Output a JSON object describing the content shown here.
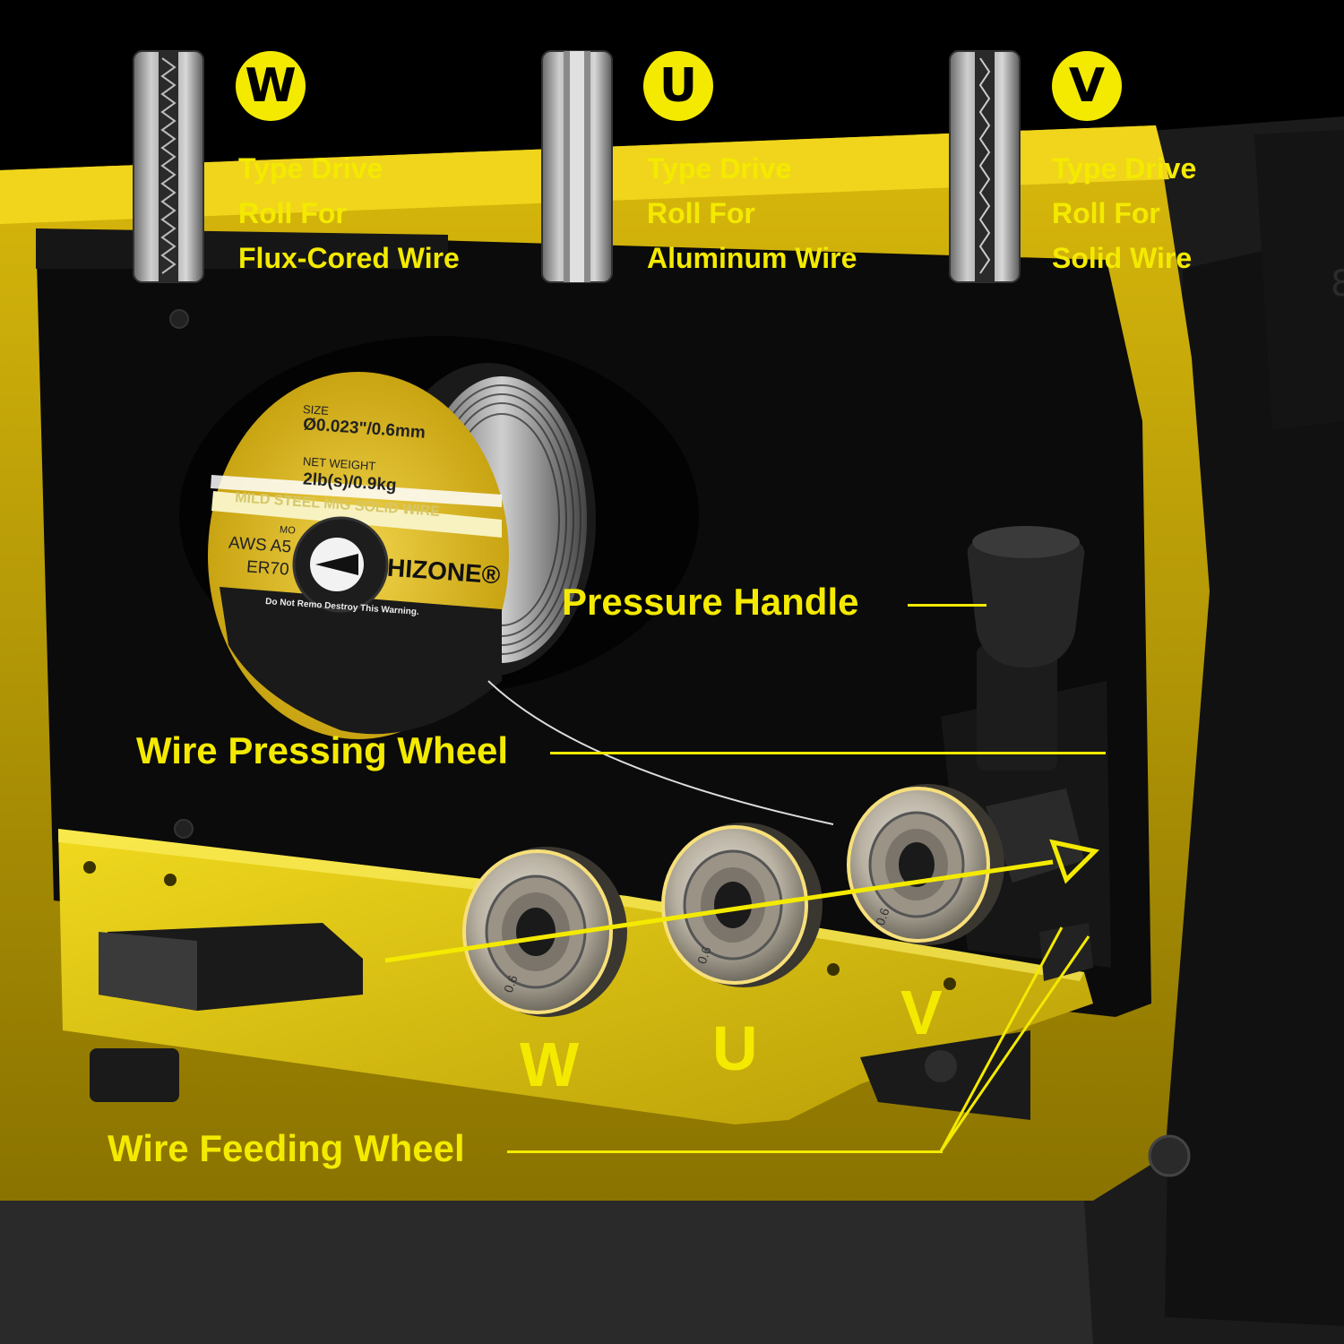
{
  "header_rolls": [
    {
      "letter": "W",
      "lines": [
        "Type Drive",
        "Roll For",
        "Flux-Cored Wire"
      ]
    },
    {
      "letter": "U",
      "lines": [
        "Type Drive",
        "Roll For",
        "Aluminum Wire"
      ]
    },
    {
      "letter": "V",
      "lines": [
        "Type Drive",
        "Roll For",
        "Solid Wire"
      ]
    }
  ],
  "callouts": {
    "pressure_handle": "Pressure Handle",
    "wire_pressing_wheel": "Wire Pressing Wheel",
    "wire_feeding_wheel": "Wire Feeding Wheel"
  },
  "feed_rolls": [
    {
      "letter": "W",
      "marking": "0.6"
    },
    {
      "letter": "U",
      "marking": "0.6"
    },
    {
      "letter": "V",
      "marking": "0.6"
    }
  ],
  "spool_label": {
    "size_label": "SIZE",
    "size_value": "Ø0.023\"/0.6mm",
    "weight_label": "NET WEIGHT",
    "weight_value": "2lb(s)/0.9kg",
    "band_text": "MILD STEEL MIG SOLID WIRE",
    "model_label": "MO",
    "aws": "AWS A5",
    "er": "ER70",
    "brand": "HIZONE®",
    "warning": "Do Not Remo        Destroy This Warning."
  },
  "colors": {
    "accent": "#f4ea00",
    "body_yellow": "#e8cf1a",
    "dark": "#111111"
  }
}
